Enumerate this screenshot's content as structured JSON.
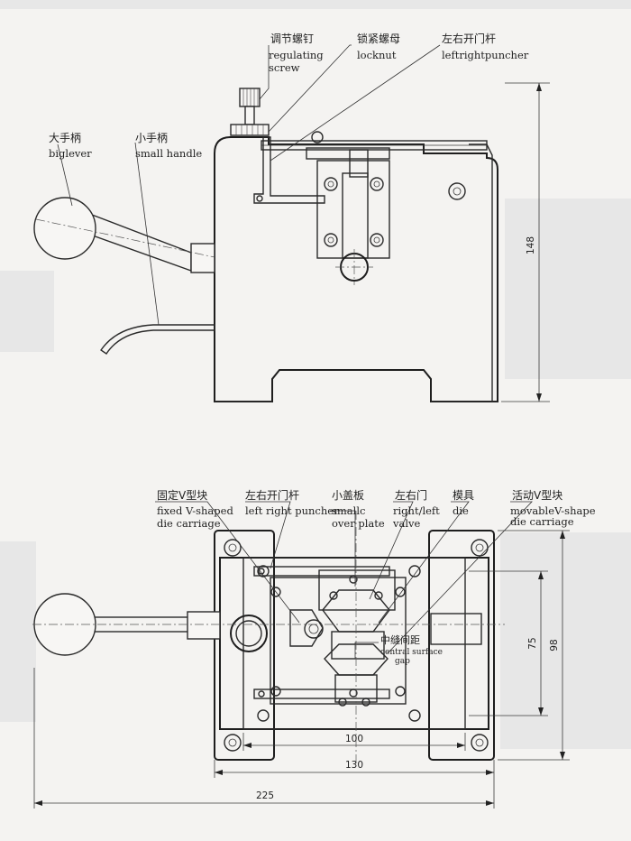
{
  "labels": {
    "regulating_screw_cn": "调节螺钉",
    "regulating_screw_en_1": "regulating",
    "regulating_screw_en_2": "screw",
    "locknut_cn": "锁紧螺母",
    "locknut_en": "locknut",
    "leftright_puncher_cn": "左右开门杆",
    "leftright_puncher_en": "leftrightpuncher",
    "big_lever_cn": "大手柄",
    "big_lever_en": "biglever",
    "small_handle_cn": "小手柄",
    "small_handle_en": "small handle",
    "fixed_v_cn": "固定V型块",
    "fixed_v_en_1": "fixed V-shaped",
    "fixed_v_en_2": "die carriage",
    "left_right_puncher_cn": "左右开门杆",
    "left_right_puncher_en": "left right puncher",
    "cover_plate_cn": "小盖板",
    "cover_plate_en_1": "smallc",
    "cover_plate_en_2": "over plate",
    "valve_cn": "左右门",
    "valve_en_1": "right/left",
    "valve_en_2": "valve",
    "die_cn": "模具",
    "die_en": "die",
    "movable_v_cn": "活动V型块",
    "movable_v_en_1": "movableV-shape",
    "movable_v_en_2": "die carriage",
    "gap_cn": "中缝间距",
    "gap_en_1": "central surface",
    "gap_en_2": "gap"
  },
  "dimensions": {
    "height_148": "148",
    "width_100": "100",
    "width_130": "130",
    "width_225": "225",
    "depth_75": "75",
    "depth_98": "98"
  },
  "colors": {
    "line": "#2a2a2a",
    "paper": "#f4f3f1"
  }
}
